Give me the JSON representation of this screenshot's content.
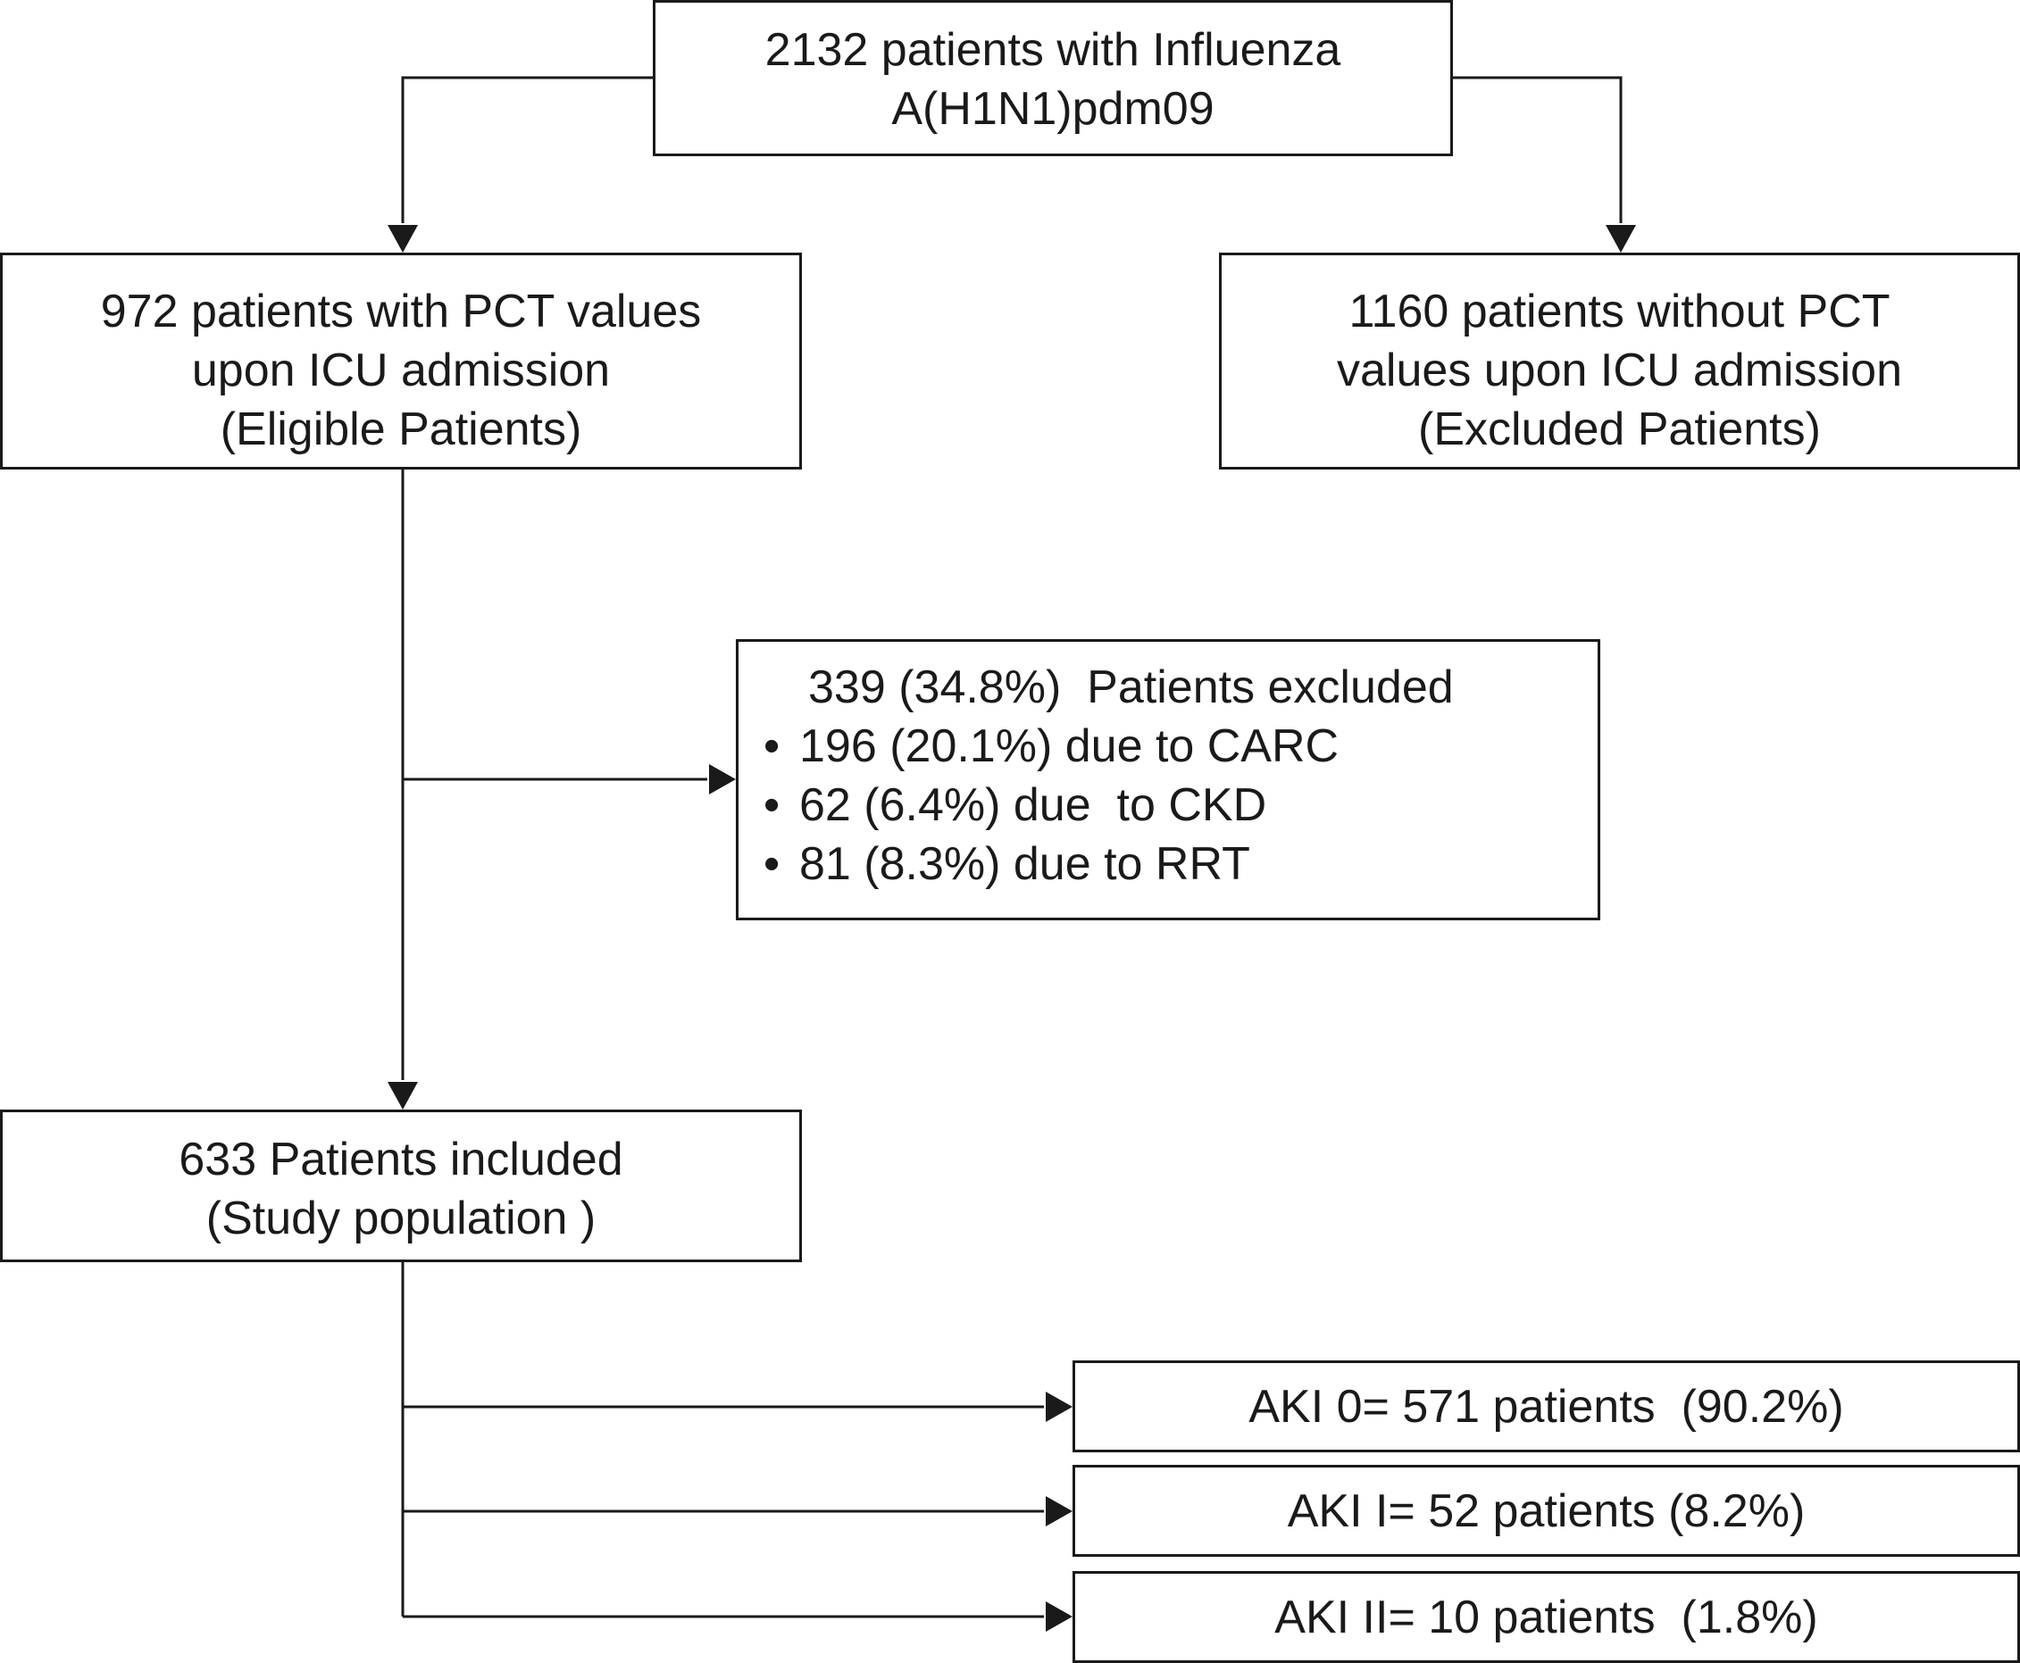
{
  "flowchart": {
    "source": {
      "lines": [
        "2132 patients with Influenza",
        "A(H1N1)pdm09"
      ]
    },
    "eligible": {
      "lines": [
        "972 patients with PCT values",
        "upon ICU admission",
        "(Eligible Patients)"
      ]
    },
    "excluded_no_pct": {
      "lines": [
        "1160 patients without PCT",
        "values upon ICU admission",
        "(Excluded Patients)"
      ]
    },
    "excluded": {
      "heading": "339 (34.8%)  Patients excluded",
      "bullet_symbol": "•",
      "items": [
        "196 (20.1%) due to CARC",
        "62 (6.4%) due  to CKD",
        "81 (8.3%) due to RRT"
      ]
    },
    "included": {
      "lines": [
        "633 Patients included",
        "(Study population )"
      ]
    },
    "aki_outcomes": [
      "AKI 0= 571 patients  (90.2%)",
      "AKI I= 52 patients (8.2%)",
      "AKI II= 10 patients  (1.8%)"
    ]
  }
}
